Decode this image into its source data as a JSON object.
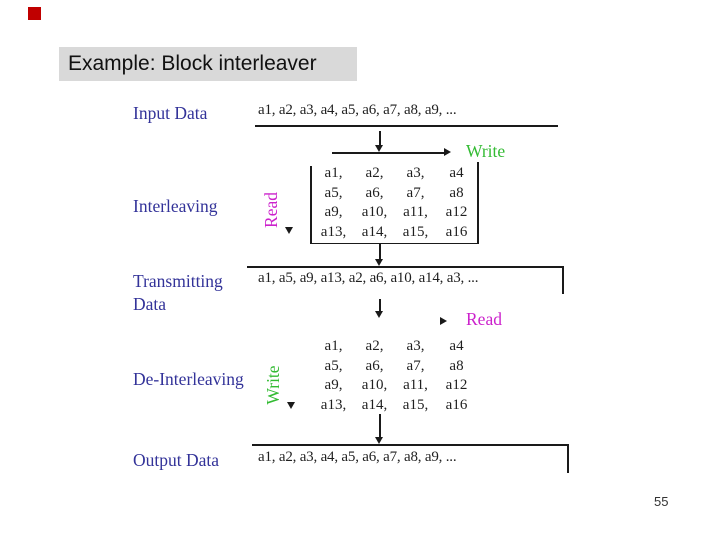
{
  "colors": {
    "label_blue": "#333399",
    "write_green": "#33bb33",
    "read_magenta": "#cc22cc",
    "line_black": "#1a1a1a",
    "sequence_text": "#1f1f1f",
    "title_bg": "#d9d9d9",
    "title_text": "#111111",
    "bullet_red": "#c00000",
    "page_number": "#333333"
  },
  "slide": {
    "title": "Example: Block interleaver",
    "page_number": "55"
  },
  "diagram": {
    "input": {
      "label": "Input Data",
      "sequence": "a1, a2, a3, a4, a5, a6, a7, a8, a9, ..."
    },
    "interleaving": {
      "label": "Interleaving",
      "write_label": "Write",
      "read_label": "Read",
      "matrix": [
        [
          "a1,",
          "a2,",
          "a3,",
          "a4"
        ],
        [
          "a5,",
          "a6,",
          "a7,",
          "a8"
        ],
        [
          "a9,",
          "a10,",
          "a11,",
          "a12"
        ],
        [
          "a13,",
          "a14,",
          "a15,",
          "a16"
        ]
      ]
    },
    "transmitting": {
      "label_line1": "Transmitting",
      "label_line2": "Data",
      "sequence": "a1, a5, a9, a13, a2, a6, a10, a14, a3, ..."
    },
    "deinterleaving": {
      "label": "De-Interleaving",
      "read_label": "Read",
      "write_label": "Write",
      "matrix": [
        [
          "a1,",
          "a2,",
          "a3,",
          "a4"
        ],
        [
          "a5,",
          "a6,",
          "a7,",
          "a8"
        ],
        [
          "a9,",
          "a10,",
          "a11,",
          "a12"
        ],
        [
          "a13,",
          "a14,",
          "a15,",
          "a16"
        ]
      ]
    },
    "output": {
      "label": "Output Data",
      "sequence": "a1, a2, a3, a4, a5, a6, a7, a8, a9, ..."
    }
  }
}
